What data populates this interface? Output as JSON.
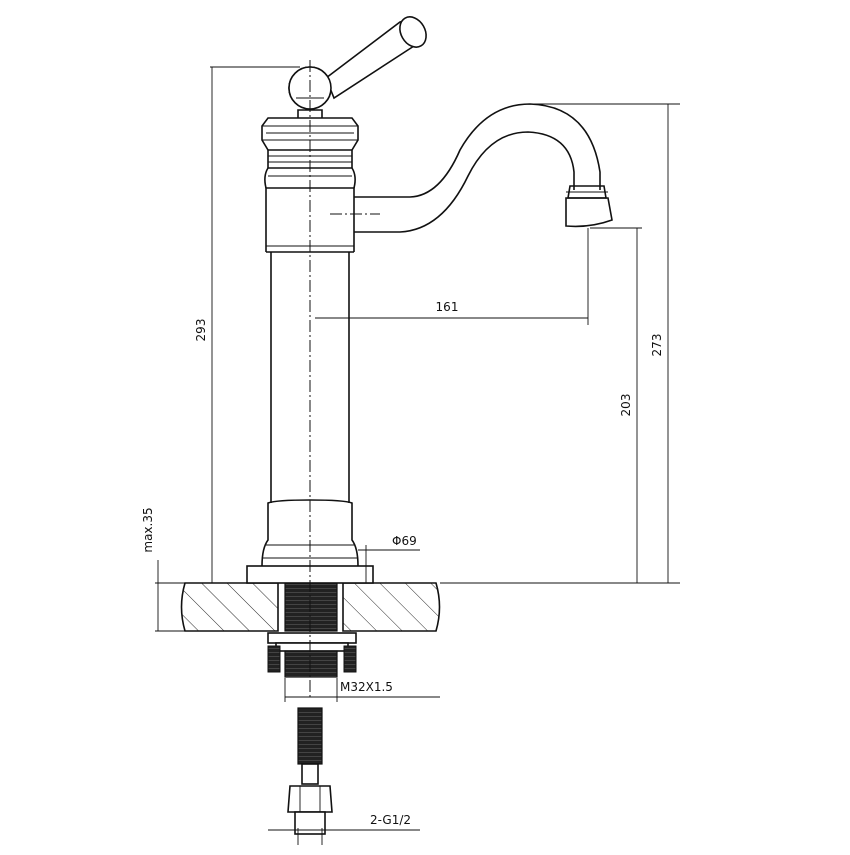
{
  "dimensions": {
    "total_height": "293",
    "spout_height": "273",
    "outlet_height": "203",
    "reach": "161",
    "base_diameter": "Φ69",
    "max_counter": "max.35",
    "thread": "M32X1.5",
    "connection": "2-G1/2"
  }
}
